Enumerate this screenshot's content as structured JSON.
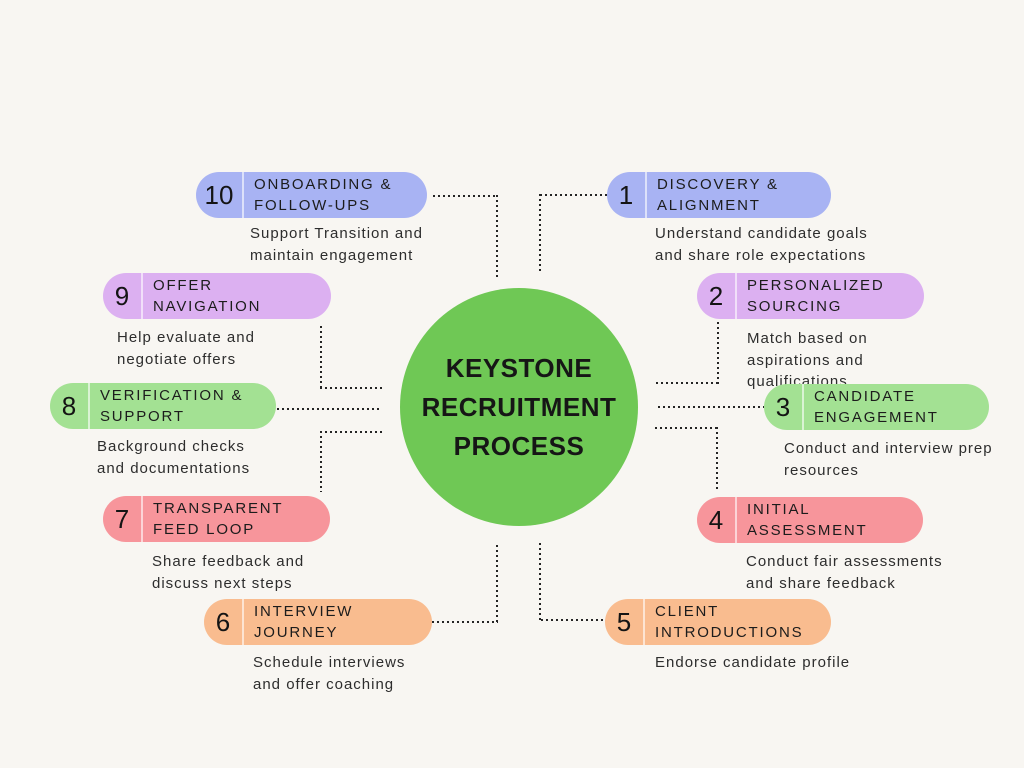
{
  "center": {
    "title": "KEYSTONE\nRECRUITMENT\nPROCESS"
  },
  "colors": {
    "background": "#f8f6f2",
    "connector_dots": "#242424",
    "center_circle": "#6fc855",
    "step_blue": "#a8b3f3",
    "step_purple": "#dcb0f1",
    "step_green": "#a3e193",
    "step_red": "#f7959b",
    "step_orange": "#f9bc8f"
  },
  "steps": [
    {
      "number": "1",
      "title": "DISCOVERY &\nALIGNMENT",
      "description": "Understand candidate goals\nand share role expectations",
      "color": "#a8b3f3"
    },
    {
      "number": "2",
      "title": "PERSONALIZED\nSOURCING",
      "description": "Match based on\naspirations and\nqualifications",
      "color": "#dcb0f1"
    },
    {
      "number": "3",
      "title": "CANDIDATE\nENGAGEMENT",
      "description": "Conduct and interview prep\nresources",
      "color": "#a3e193"
    },
    {
      "number": "4",
      "title": "INITIAL\nASSESSMENT",
      "description": "Conduct fair assessments\nand share feedback",
      "color": "#f7959b"
    },
    {
      "number": "5",
      "title": "CLIENT\nINTRODUCTIONS",
      "description": "Endorse candidate profile",
      "color": "#f9bc8f"
    },
    {
      "number": "6",
      "title": "INTERVIEW\nJOURNEY",
      "description": "Schedule interviews\nand offer coaching",
      "color": "#f9bc8f"
    },
    {
      "number": "7",
      "title": "TRANSPARENT\nFEED LOOP",
      "description": "Share feedback and\ndiscuss next steps",
      "color": "#f7959b"
    },
    {
      "number": "8",
      "title": "VERIFICATION &\nSUPPORT",
      "description": "Background checks\nand documentations",
      "color": "#a3e193"
    },
    {
      "number": "9",
      "title": "OFFER\nNAVIGATION",
      "description": "Help evaluate and\nnegotiate offers",
      "color": "#dcb0f1"
    },
    {
      "number": "10",
      "title": "ONBOARDING &\nFOLLOW-UPS",
      "description": "Support Transition and\nmaintain engagement",
      "color": "#a8b3f3"
    }
  ]
}
